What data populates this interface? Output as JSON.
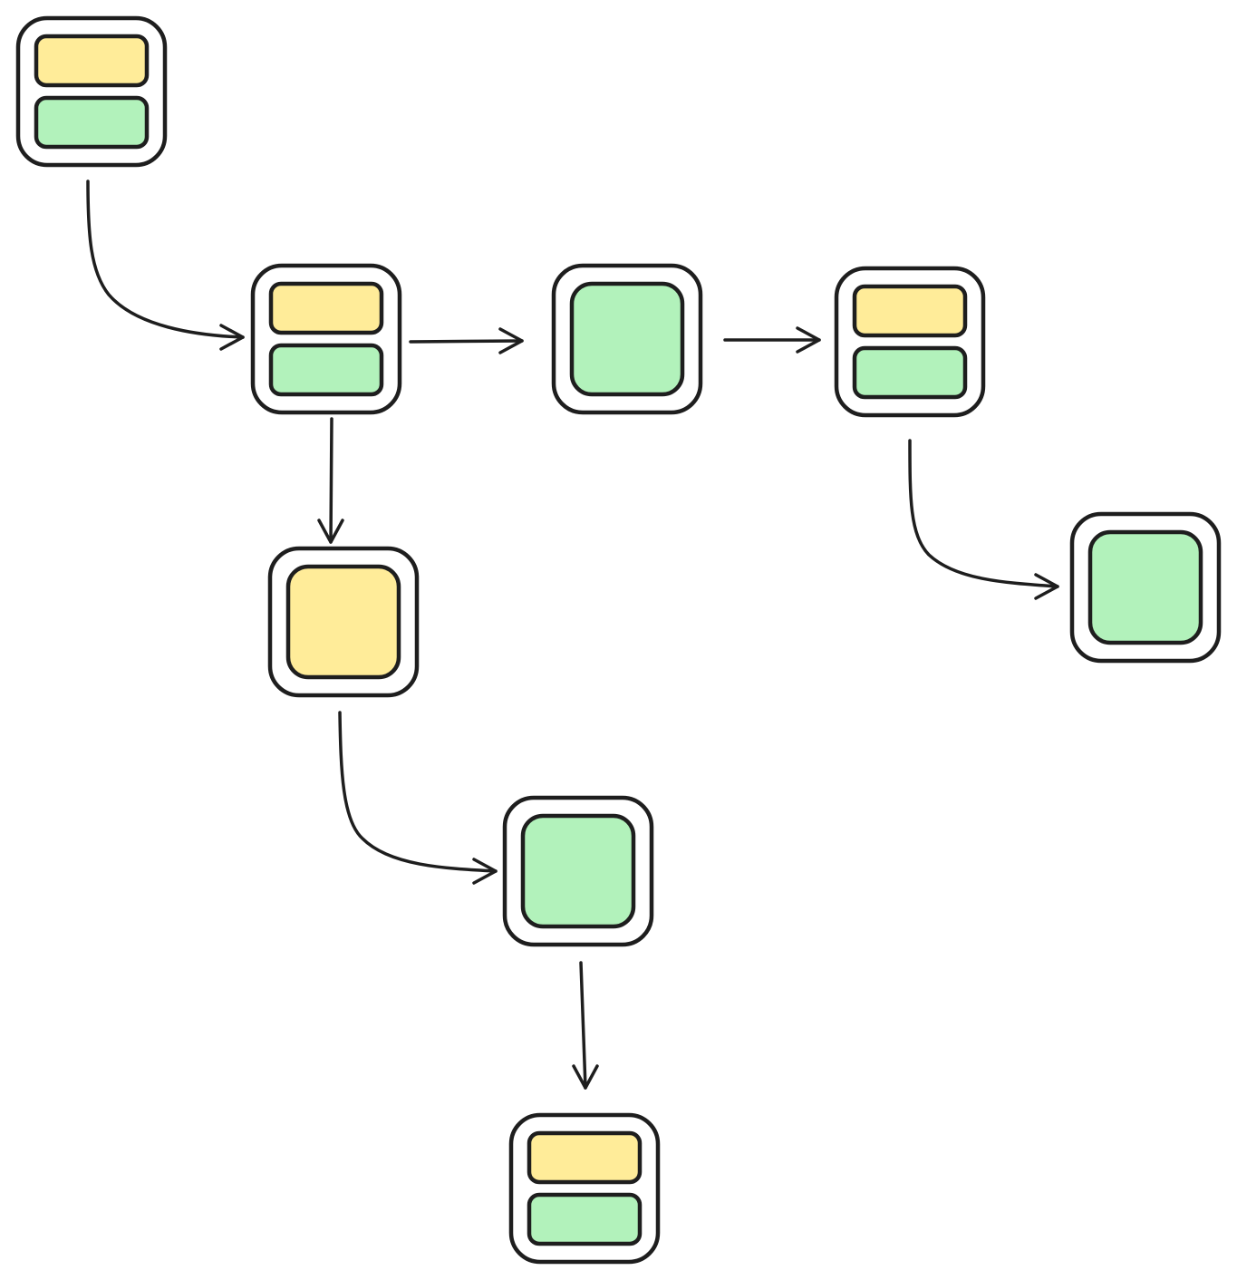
{
  "colors": {
    "stroke": "#1e1e1e",
    "background": "#ffffff",
    "yellow": "#ffec99",
    "green": "#b2f2bb"
  },
  "nodes": [
    {
      "id": "n1",
      "kind": "split"
    },
    {
      "id": "n2",
      "kind": "split"
    },
    {
      "id": "n3",
      "kind": "green"
    },
    {
      "id": "n4",
      "kind": "split"
    },
    {
      "id": "n5",
      "kind": "yellow"
    },
    {
      "id": "n6",
      "kind": "green"
    },
    {
      "id": "n7",
      "kind": "green"
    },
    {
      "id": "n8",
      "kind": "split"
    }
  ],
  "edges": [
    {
      "from": "n1",
      "to": "n2"
    },
    {
      "from": "n2",
      "to": "n3"
    },
    {
      "from": "n3",
      "to": "n4"
    },
    {
      "from": "n2",
      "to": "n5"
    },
    {
      "from": "n4",
      "to": "n6"
    },
    {
      "from": "n5",
      "to": "n7"
    },
    {
      "from": "n7",
      "to": "n8"
    }
  ]
}
